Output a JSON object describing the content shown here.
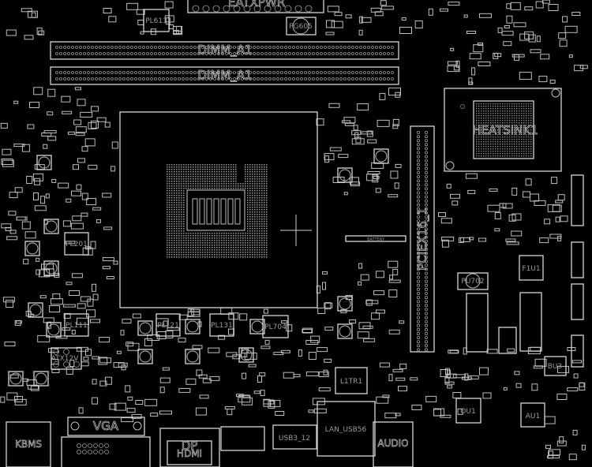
{
  "board": {
    "title": "Motherboard boardview",
    "colors": {
      "background": "#000000",
      "outline": "#d6d6d6",
      "label": "#9a9a9a",
      "marker": "#2e8b57"
    }
  },
  "labels": {
    "eatxpwr": "EATXPWR",
    "dimm_a2": "DIMM_A1",
    "dimm_a1": "DIMM_A1",
    "heatsink": "HEATSINK1",
    "pciex16": "PCIEX16_1",
    "battery": "BATTERY",
    "pl611": "PL611",
    "pg605": "PG605",
    "pl201": "PL201",
    "pl111": "PL111",
    "pl121": "PL121",
    "pl131": "PL131",
    "pl704": "PL704",
    "atx12v": "ATX12V",
    "pu702": "PU702",
    "f1u1": "F1U1",
    "bu3": "BU3",
    "ou1": "OU1",
    "au1": "AU1",
    "l1tr1": "L1TR1",
    "kbms": "KBMS",
    "vga": "VGA",
    "dp": "DP",
    "hdmi": "HDMI",
    "usb": "USB3_12",
    "lan_usb": "LAN_USB56",
    "audio": "AUDIO"
  }
}
